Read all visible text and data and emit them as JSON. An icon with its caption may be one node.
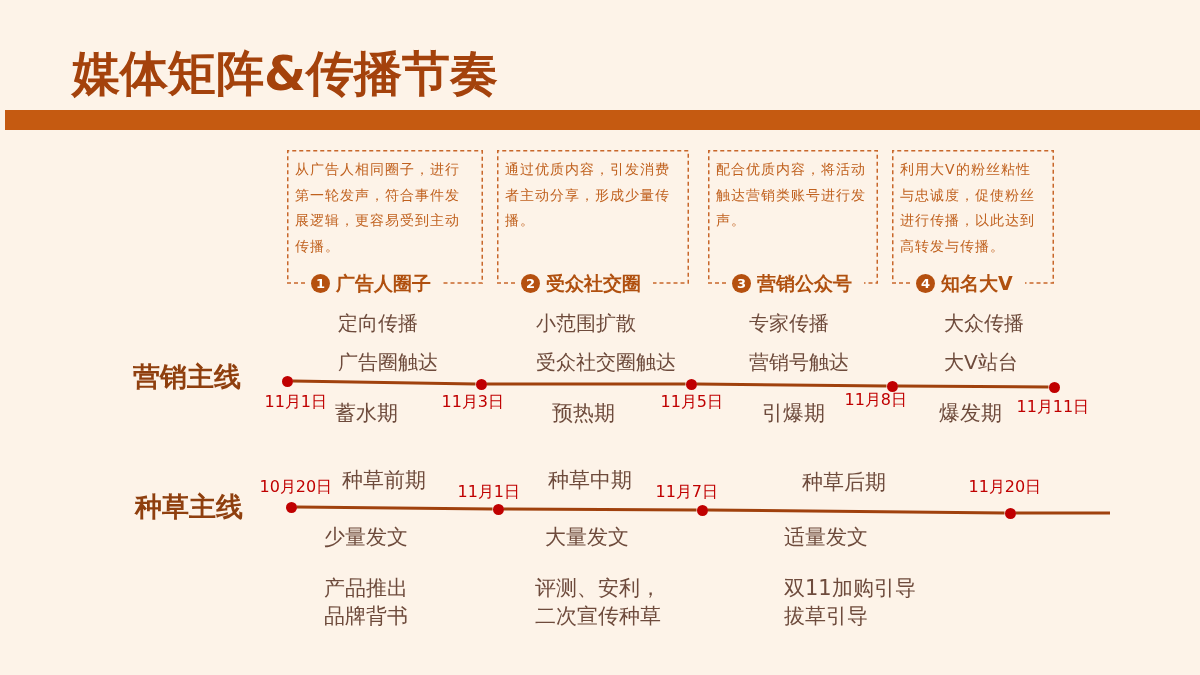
{
  "diagram": {
    "title": "媒体矩阵&传播节奏",
    "nodes": [
      {
        "text": [
          "从广告人相同圈子，进行第一轮发声，符合事件发展逻辑，更容易受到主动传播。",
          "1",
          "广告人圈子"
        ]
      },
      {
        "text": [
          "通过优质内容，引发消费者主动分享，形成少量传播。",
          "2",
          "受众社交圈"
        ]
      },
      {
        "text": [
          "配合优质内容，将活动触达营销类账号进行发声。",
          "3",
          "营销公众号"
        ]
      },
      {
        "text": [
          "利用大V的粉丝粘性与忠诚度，促使粉丝进行传播，以此达到高转发与传播。",
          "4",
          "知名大V"
        ]
      },
      {
        "text": [],
        "shape": "circle",
        "beside": [
          "11月1日"
        ]
      },
      {
        "text": [],
        "shape": "circle",
        "beside": [
          "11月3日"
        ]
      },
      {
        "text": [],
        "shape": "circle",
        "beside": [
          "11月5日"
        ]
      },
      {
        "text": [],
        "shape": "circle",
        "beside": [
          "11月8日"
        ]
      },
      {
        "text": [],
        "shape": "circle",
        "beside": [
          "11月11日"
        ]
      },
      {
        "text": [],
        "shape": "circle",
        "beside": [
          "10月20日"
        ]
      },
      {
        "text": [],
        "shape": "circle",
        "beside": [
          "11月1日"
        ]
      },
      {
        "text": [],
        "shape": "circle",
        "beside": [
          "11月7日"
        ]
      },
      {
        "text": [],
        "shape": "circle",
        "beside": [
          "11月20日"
        ]
      }
    ],
    "edges": [
      {
        "from": 4,
        "to": 5,
        "arrow": "none"
      },
      {
        "from": 5,
        "to": 6,
        "arrow": "none"
      },
      {
        "from": 6,
        "to": 7,
        "arrow": "none"
      },
      {
        "from": 7,
        "to": 8,
        "arrow": "none"
      },
      {
        "from": 9,
        "to": 10,
        "arrow": "none"
      },
      {
        "from": 10,
        "to": 11,
        "arrow": "none"
      },
      {
        "from": 11,
        "to": 12,
        "arrow": "none"
      },
      {
        "from": 12,
        "to": null,
        "arrow": "none"
      }
    ],
    "labels": [
      "定向传播",
      "小范围扩散",
      "专家传播",
      "大众传播",
      "广告圈触达",
      "受众社交圈触达",
      "营销号触达",
      "大V站台",
      "营销主线",
      "蓄水期",
      "预热期",
      "引爆期",
      "爆发期",
      "种草前期",
      "种草中期",
      "种草后期",
      "种草主线",
      "少量发文",
      "大量发文",
      "适量发文",
      "产品推出",
      "品牌背书",
      "评测、安利，二次宣传种草",
      "双11加购引导",
      "拔草引导"
    ]
  }
}
